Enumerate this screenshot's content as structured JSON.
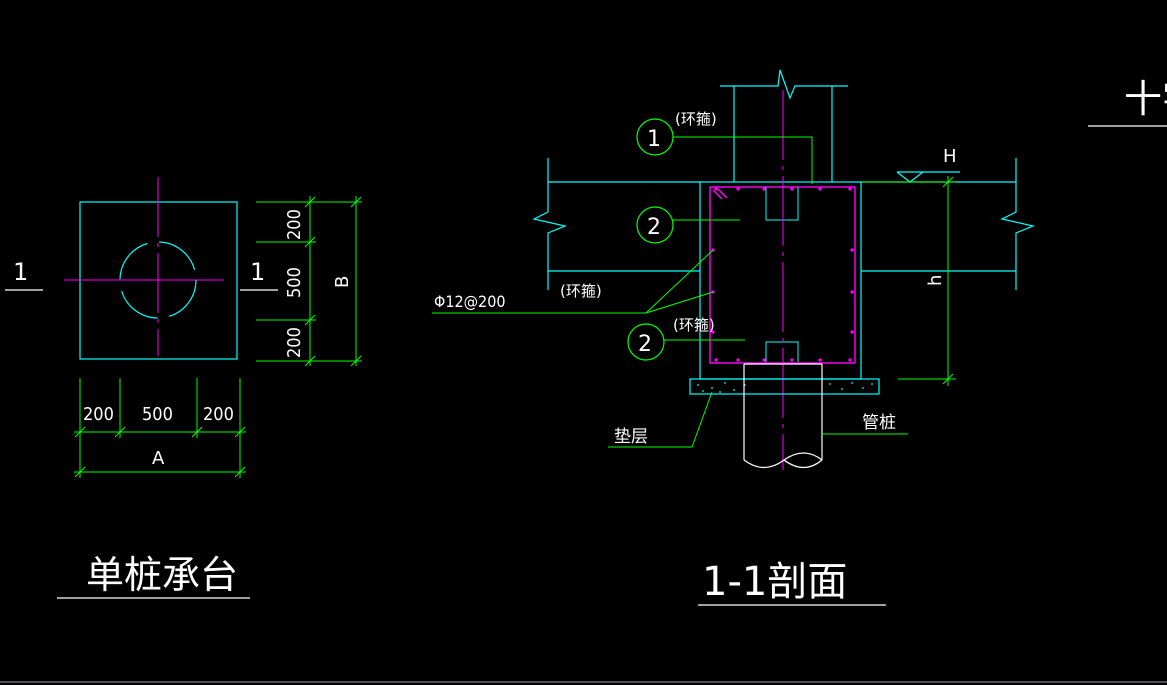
{
  "plan": {
    "section_mark_left": "1",
    "section_mark_right": "1",
    "dims_vertical": [
      "200",
      "500",
      "200"
    ],
    "dim_vertical_total": "B",
    "dims_horizontal": [
      "200",
      "500",
      "200"
    ],
    "dim_horizontal_total": "A",
    "title": "单桩承台"
  },
  "section": {
    "callout_1": "1",
    "callout_1_note": "(环箍)",
    "callout_2_top": "2",
    "callout_2_bottom": "2",
    "callout_2_note": "(环箍)",
    "rebar_label": "Φ12@200",
    "rebar_note": "(环箍)",
    "level_label": "H",
    "height_label": "h",
    "cushion_label": "垫层",
    "pile_label": "管桩",
    "title": "1-1剖面"
  },
  "partial_right_title": "十字",
  "colors": {
    "background": "#000000",
    "outline": "#00ffff",
    "centerline": "#ff00ff",
    "dimension": "#00ff00",
    "text": "#ffffff"
  }
}
